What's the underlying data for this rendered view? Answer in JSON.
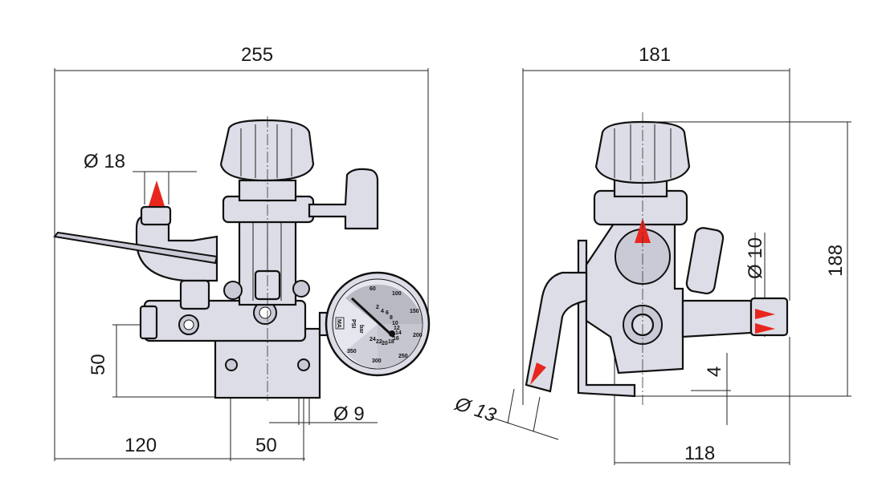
{
  "title": "Pressure regulator dimensional drawing",
  "front_view": {
    "dim_width": "255",
    "dim_inlet": "Ø 18",
    "dim_height": "50",
    "dim_left": "120",
    "dim_bottom": "50",
    "dim_hole": "Ø 9"
  },
  "side_view": {
    "dim_width": "181",
    "dim_height": "188",
    "dim_outlet": "Ø 10",
    "dim_offset": "4",
    "dim_hose": "Ø 13",
    "dim_base": "118"
  },
  "gauge": {
    "psi_labels": [
      "60",
      "100",
      "150",
      "200",
      "250",
      "300",
      "350"
    ],
    "bar_labels": [
      "2",
      "4",
      "6",
      "8",
      "10",
      "12",
      "14",
      "16",
      "18",
      "20",
      "22",
      "24"
    ],
    "unit_bar": "bar",
    "unit_psi": "PSI",
    "brand": "MA"
  },
  "colors": {
    "part_fill": "#dcdde6",
    "flow_arrow": "#e8261e",
    "line": "#111111"
  }
}
